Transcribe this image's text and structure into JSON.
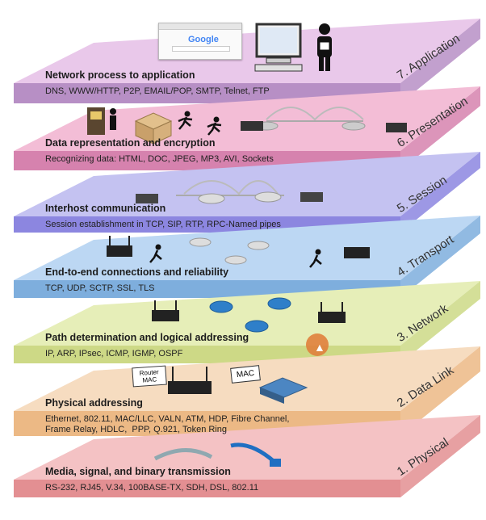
{
  "layers": [
    {
      "number_label": "7. Application",
      "title": "Network process to application",
      "desc": "DNS, WWW/HTTP, P2P, EMAIL/POP, SMTP, Telnet, FTP",
      "top_color": "#e9c8ea",
      "side_color": "#b78fc5"
    },
    {
      "number_label": "6. Presentation",
      "title": "Data representation and encryption",
      "desc": "Recognizing data: HTML, DOC, JPEG, MP3, AVI, Sockets",
      "top_color": "#f3bdd6",
      "side_color": "#d682ae"
    },
    {
      "number_label": "5. Session",
      "title": "Interhost communication",
      "desc": "Session establishment in TCP, SIP, RTP, RPC-Named pipes",
      "top_color": "#c4c2f1",
      "side_color": "#8c86e0"
    },
    {
      "number_label": "4. Transport",
      "title": "End-to-end connections and reliability",
      "desc": "TCP, UDP, SCTP, SSL, TLS",
      "top_color": "#bcd7f3",
      "side_color": "#7eaedd"
    },
    {
      "number_label": "3. Network",
      "title": "Path determination and logical addressing",
      "desc": "IP, ARP, IPsec, ICMP, IGMP, OSPF",
      "top_color": "#e6eeb8",
      "side_color": "#cdd986"
    },
    {
      "number_label": "2. Data Link",
      "title": "Physical addressing",
      "desc": "Ethernet, 802.11, MAC/LLC, VALN, ATM, HDP, Fibre Channel,\nFrame Relay, HDLC,  PPP, Q.921, Token Ring",
      "top_color": "#f6dcc0",
      "side_color": "#ecb985"
    },
    {
      "number_label": "1. Physical",
      "title": "Media, signal, and binary transmission",
      "desc": "RS-232, RJ45, V.34, 100BASE-TX, SDH, DSL, 802.11",
      "top_color": "#f4c2c4",
      "side_color": "#e38f92"
    }
  ],
  "browser": {
    "logo": "Google"
  },
  "router_label": "Router\nMAC",
  "mac_label": "MAC"
}
